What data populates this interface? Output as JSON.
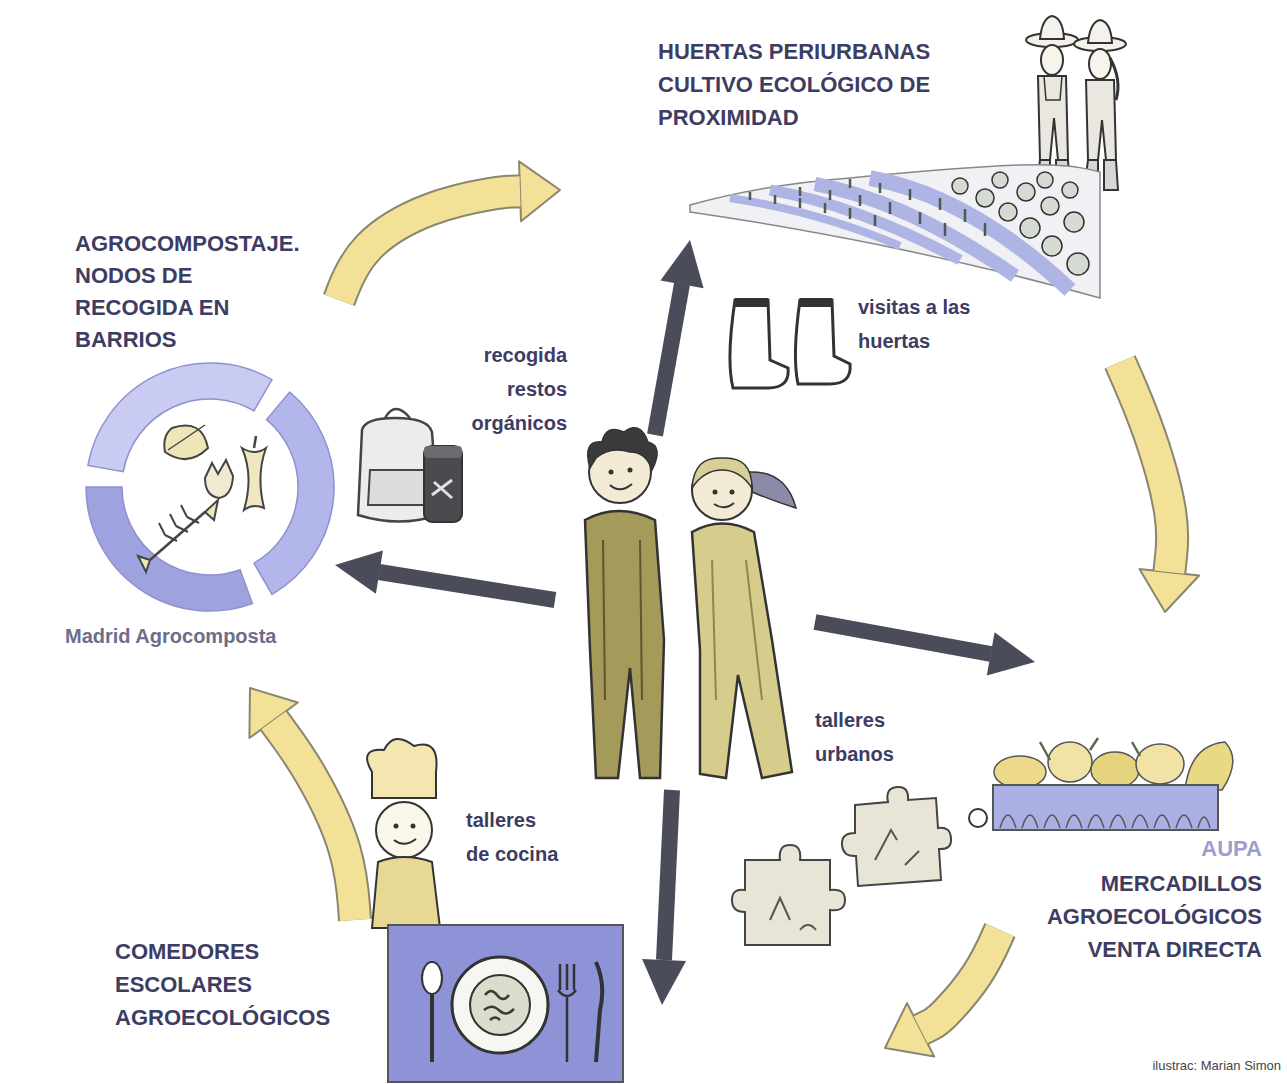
{
  "diagram": {
    "nodes": [
      {
        "text": [
          "HUERTAS PERIURBANAS CULTIVO ECOLÓGICO DE PROXIMIDAD"
        ]
      },
      {
        "text": [
          "AGROCOMPOSTAJE. NODOS DE RECOGIDA EN BARRIOS",
          "Madrid Agrocomposta"
        ]
      },
      {
        "text": [
          "AUPA",
          "MERCADILLOS AGROECOLÓGICOS VENTA DIRECTA"
        ]
      },
      {
        "text": [
          "COMEDORES ESCOLARES AGROECOLÓGICOS"
        ]
      }
    ],
    "edges": [
      {
        "from": 1,
        "to": 0,
        "arrow": "to"
      },
      {
        "from": 0,
        "to": 2,
        "arrow": "to"
      },
      {
        "from": 2,
        "to": 3,
        "arrow": "to"
      },
      {
        "from": 3,
        "to": 1,
        "arrow": "to"
      }
    ],
    "labels": [
      "visitas a las huertas",
      "recogida restos orgánicos",
      "talleres urbanos",
      "talleres de cocina",
      "ilustrac: Marian Simon"
    ]
  }
}
